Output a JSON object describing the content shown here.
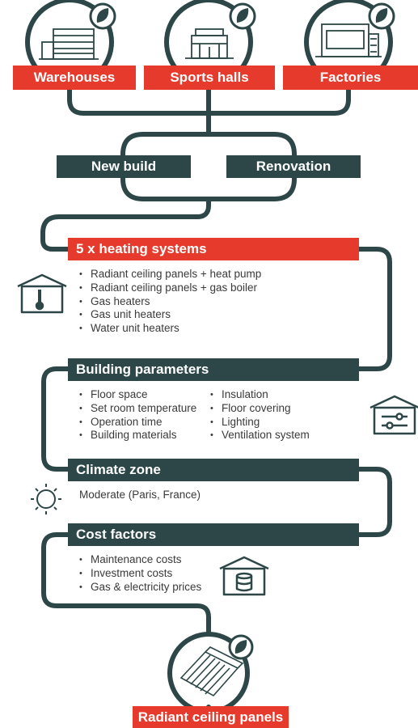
{
  "top_categories": [
    "Warehouses",
    "Sports halls",
    "Factories"
  ],
  "build_types": [
    "New build",
    "Renovation"
  ],
  "sections": [
    {
      "title": "5 x heating systems",
      "items": [
        "Radiant ceiling panels + heat pump",
        "Radiant ceiling panels + gas boiler",
        "Gas heaters",
        "Gas unit heaters",
        "Water unit heaters"
      ]
    },
    {
      "title": "Building parameters",
      "items_left": [
        "Floor space",
        "Set room temperature",
        "Operation time",
        "Building materials"
      ],
      "items_right": [
        "Insulation",
        "Floor covering",
        "Lighting",
        "Ventilation system"
      ]
    },
    {
      "title": "Climate zone",
      "text": "Moderate (Paris, France)"
    },
    {
      "title": "Cost factors",
      "items": [
        "Maintenance costs",
        "Investment costs",
        "Gas & electricity prices"
      ]
    }
  ],
  "result": "Radiant ceiling panels",
  "icons": {
    "warehouse": "warehouse-building-icon",
    "sports_hall": "sports-hall-building-icon",
    "factory": "factory-building-icon",
    "leaf": "leaf-icon",
    "thermometer_house": "house-thermometer-icon",
    "settings_house": "house-sliders-icon",
    "sun": "sun-icon",
    "costs_house": "house-coins-icon",
    "panel": "radiant-panel-icon"
  },
  "colors": {
    "red": "#e53a2c",
    "dark": "#2d4748"
  }
}
